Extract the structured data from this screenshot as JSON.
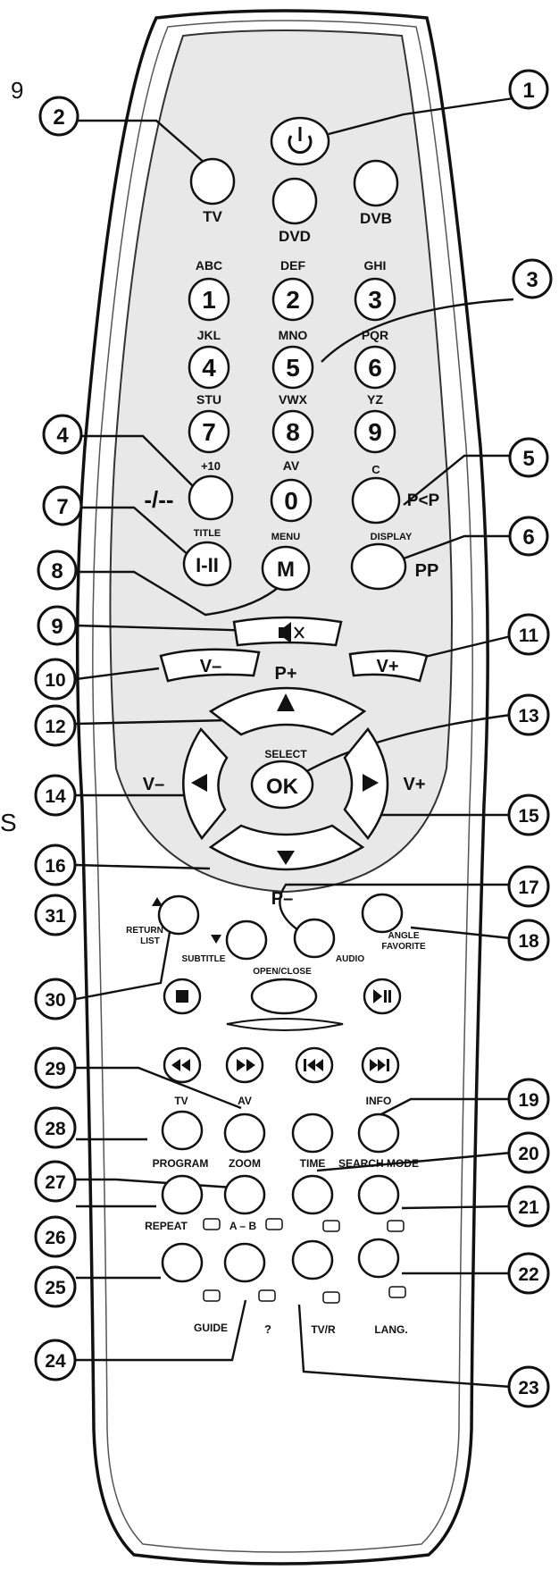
{
  "edge_marks": {
    "top_left": "9",
    "mid_left": "S"
  },
  "power": {
    "icon": "power-icon",
    "num": "1"
  },
  "mode_buttons": [
    {
      "label": "TV",
      "num": "2"
    },
    {
      "label": "DVD",
      "num": ""
    },
    {
      "label": "DVB",
      "num": ""
    }
  ],
  "digits": [
    {
      "digit": "1",
      "letters": "ABC"
    },
    {
      "digit": "2",
      "letters": "DEF"
    },
    {
      "digit": "3",
      "letters": "GHI"
    },
    {
      "digit": "4",
      "letters": "JKL"
    },
    {
      "digit": "5",
      "letters": "MNO"
    },
    {
      "digit": "6",
      "letters": "PQR"
    },
    {
      "digit": "7",
      "letters": "STU"
    },
    {
      "digit": "8",
      "letters": "VWX"
    },
    {
      "digit": "9",
      "letters": "YZ"
    }
  ],
  "row4": {
    "dash": {
      "label": "-/--",
      "top": "+10",
      "num": "4"
    },
    "zero": {
      "digit": "0",
      "top": "AV"
    },
    "pp": {
      "label": "P<P",
      "top": "C",
      "num": "5"
    }
  },
  "row5": {
    "title": {
      "digit": "I-II",
      "top": "TITLE",
      "num": "7"
    },
    "menu": {
      "digit": "M",
      "top": "MENU",
      "num": "8"
    },
    "display": {
      "label": "PP",
      "top": "DISPLAY",
      "num": "6"
    }
  },
  "mute": {
    "icon": "mute-icon",
    "num": "9"
  },
  "volume": {
    "minus": "V–",
    "plus": "V+",
    "minus_num": "10",
    "plus_num": "11"
  },
  "dpad": {
    "up_label": "P+",
    "down_label": "P–",
    "select_label": "SELECT",
    "ok": "OK",
    "left_label": "V–",
    "right_label": "V+",
    "up_num": "12",
    "ok_num": "13",
    "left_num": "14",
    "right_num": "15",
    "down_num": "16"
  },
  "lower": {
    "return_list": [
      "RETURN",
      "LIST"
    ],
    "subtitle": "SUBTITLE",
    "open_close": "OPEN/CLOSE",
    "audio": "AUDIO",
    "angle_favorite": [
      "ANGLE",
      "FAVORITE"
    ],
    "nums": {
      "subtitle": "31",
      "audio": "17",
      "angle": "18",
      "return": "30"
    }
  },
  "transport": {
    "stop": "stop-icon",
    "play_pause": "play-pause-icon",
    "rew": "rewind-icon",
    "ff": "fast-forward-icon",
    "prev": "skip-back-icon",
    "next": "skip-forward-icon"
  },
  "func_rows": {
    "row1": {
      "tv": "TV",
      "av": "AV",
      "info": "INFO",
      "num_tv": "28",
      "num_av": "29",
      "num_info": "19"
    },
    "row2": {
      "program": "PROGRAM",
      "zoom": "ZOOM",
      "time": "TIME",
      "search": "SEARCH MODE",
      "num_zoom": "27",
      "num_time": "20",
      "num_search": "21",
      "num_program": "26"
    },
    "row3": {
      "repeat": "REPEAT",
      "ab": "A – B",
      "num_repeat": "25",
      "num_lang": "22"
    },
    "row4": {
      "guide": "GUIDE",
      "q": "?",
      "tvr": "TV/R",
      "lang": "LANG.",
      "num_guide": "24",
      "num_tvr": "23"
    }
  }
}
